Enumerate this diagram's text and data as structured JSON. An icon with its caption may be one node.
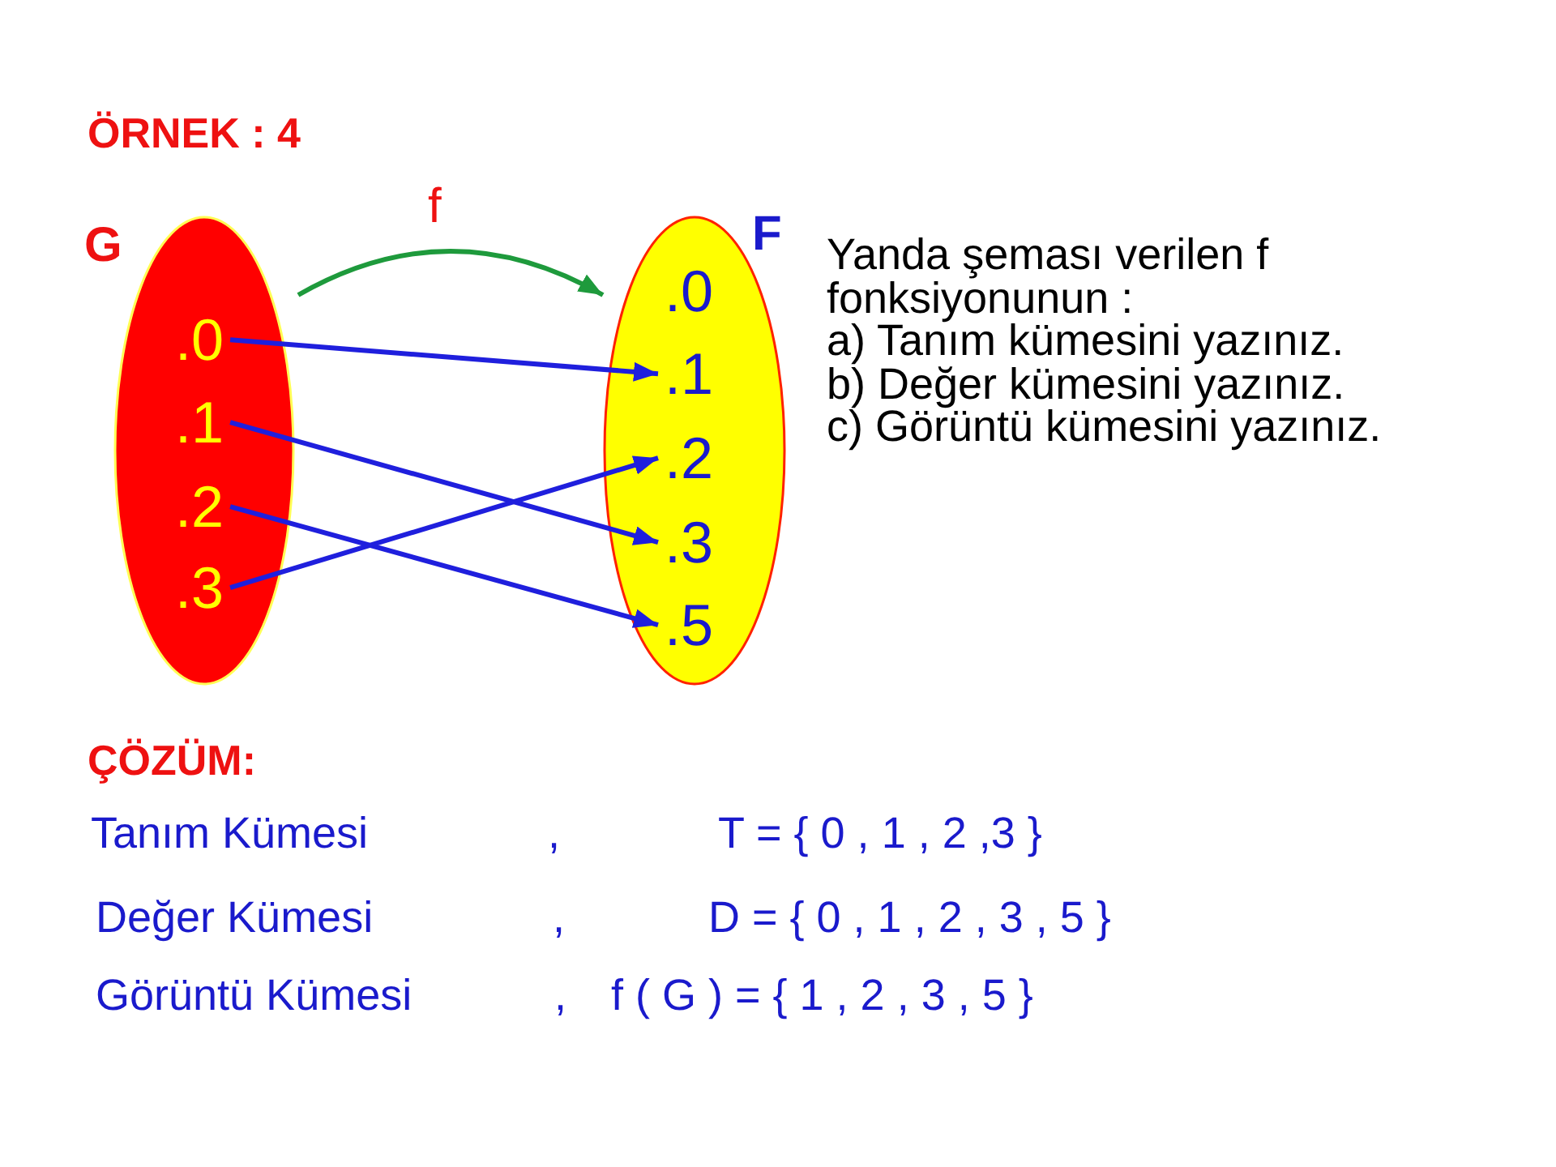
{
  "diagram": {
    "title": "ÖRNEK : 4",
    "nodes": [
      {
        "text": [
          "G"
        ]
      },
      {
        "text": [
          ".0"
        ],
        "in": 0
      },
      {
        "text": [
          ".1"
        ],
        "in": 0
      },
      {
        "text": [
          ".2"
        ],
        "in": 0
      },
      {
        "text": [
          ".3"
        ],
        "in": 0
      },
      {
        "text": [
          "F"
        ]
      },
      {
        "text": [
          ".0"
        ],
        "in": 5
      },
      {
        "text": [
          ".1"
        ],
        "in": 5
      },
      {
        "text": [
          ".2"
        ],
        "in": 5
      },
      {
        "text": [
          ".3"
        ],
        "in": 5
      },
      {
        "text": [
          ".5"
        ],
        "in": 5
      }
    ],
    "edges": [
      {
        "from": 0,
        "to": 5,
        "arrow": "to",
        "label": "f",
        "color": "#1e9a3c"
      },
      {
        "from": 1,
        "to": 7,
        "arrow": "to"
      },
      {
        "from": 2,
        "to": 9,
        "arrow": "to"
      },
      {
        "from": 3,
        "to": 10,
        "arrow": "to"
      },
      {
        "from": 4,
        "to": 8,
        "arrow": "to"
      }
    ],
    "labels": [
      "Yanda şeması verilen f fonksiyonunun :",
      "a) Tanım kümesini yazınız.",
      "b) Değer kümesini yazınız.",
      "c) Görüntü kümesini yazınız.",
      "ÇÖZÜM:",
      "Tanım Kümesi",
      ",",
      "T = { 0 , 1 , 2 ,3 }",
      "Değer Kümesi",
      ",",
      "D = { 0 , 1 , 2 , 3 , 5 }",
      "Görüntü Kümesi",
      ",",
      "f ( G ) = { 1 , 2 , 3 , 5 }"
    ]
  }
}
